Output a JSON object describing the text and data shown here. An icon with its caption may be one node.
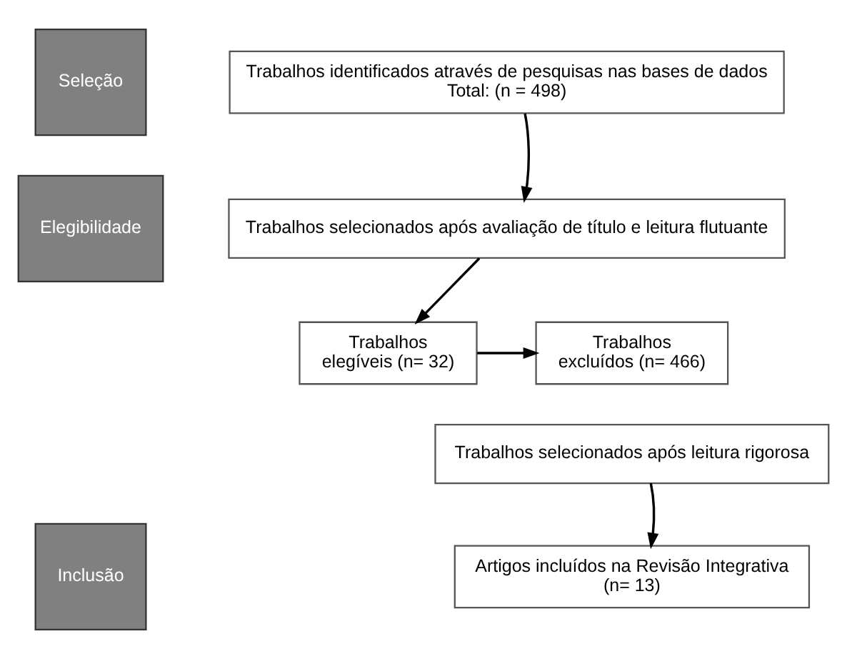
{
  "diagram": {
    "nodes": [
      {
        "text": [
          "Seleção"
        ]
      },
      {
        "text": [
          "Trabalhos identificados através de pesquisas nas bases de dados",
          "Total: (n = 498)"
        ]
      },
      {
        "text": [
          "Elegibilidade"
        ]
      },
      {
        "text": [
          "Trabalhos selecionados após avaliação de título e leitura flutuante"
        ]
      },
      {
        "text": [
          "Trabalhos elegíveis (n= 32)"
        ]
      },
      {
        "text": [
          "Trabalhos excluídos (n= 466)"
        ]
      },
      {
        "text": [
          "Trabalhos selecionados após leitura rigorosa"
        ]
      },
      {
        "text": [
          "Inclusão"
        ]
      },
      {
        "text": [
          "Artigos incluídos na Revisão Integrativa (n= 13)"
        ]
      }
    ],
    "edges": [
      {
        "from": 1,
        "to": 3,
        "arrow": "to"
      },
      {
        "from": 3,
        "to": 4,
        "arrow": "to"
      },
      {
        "from": 4,
        "to": 5,
        "arrow": "to"
      },
      {
        "from": 6,
        "to": 8,
        "arrow": "to"
      }
    ]
  }
}
